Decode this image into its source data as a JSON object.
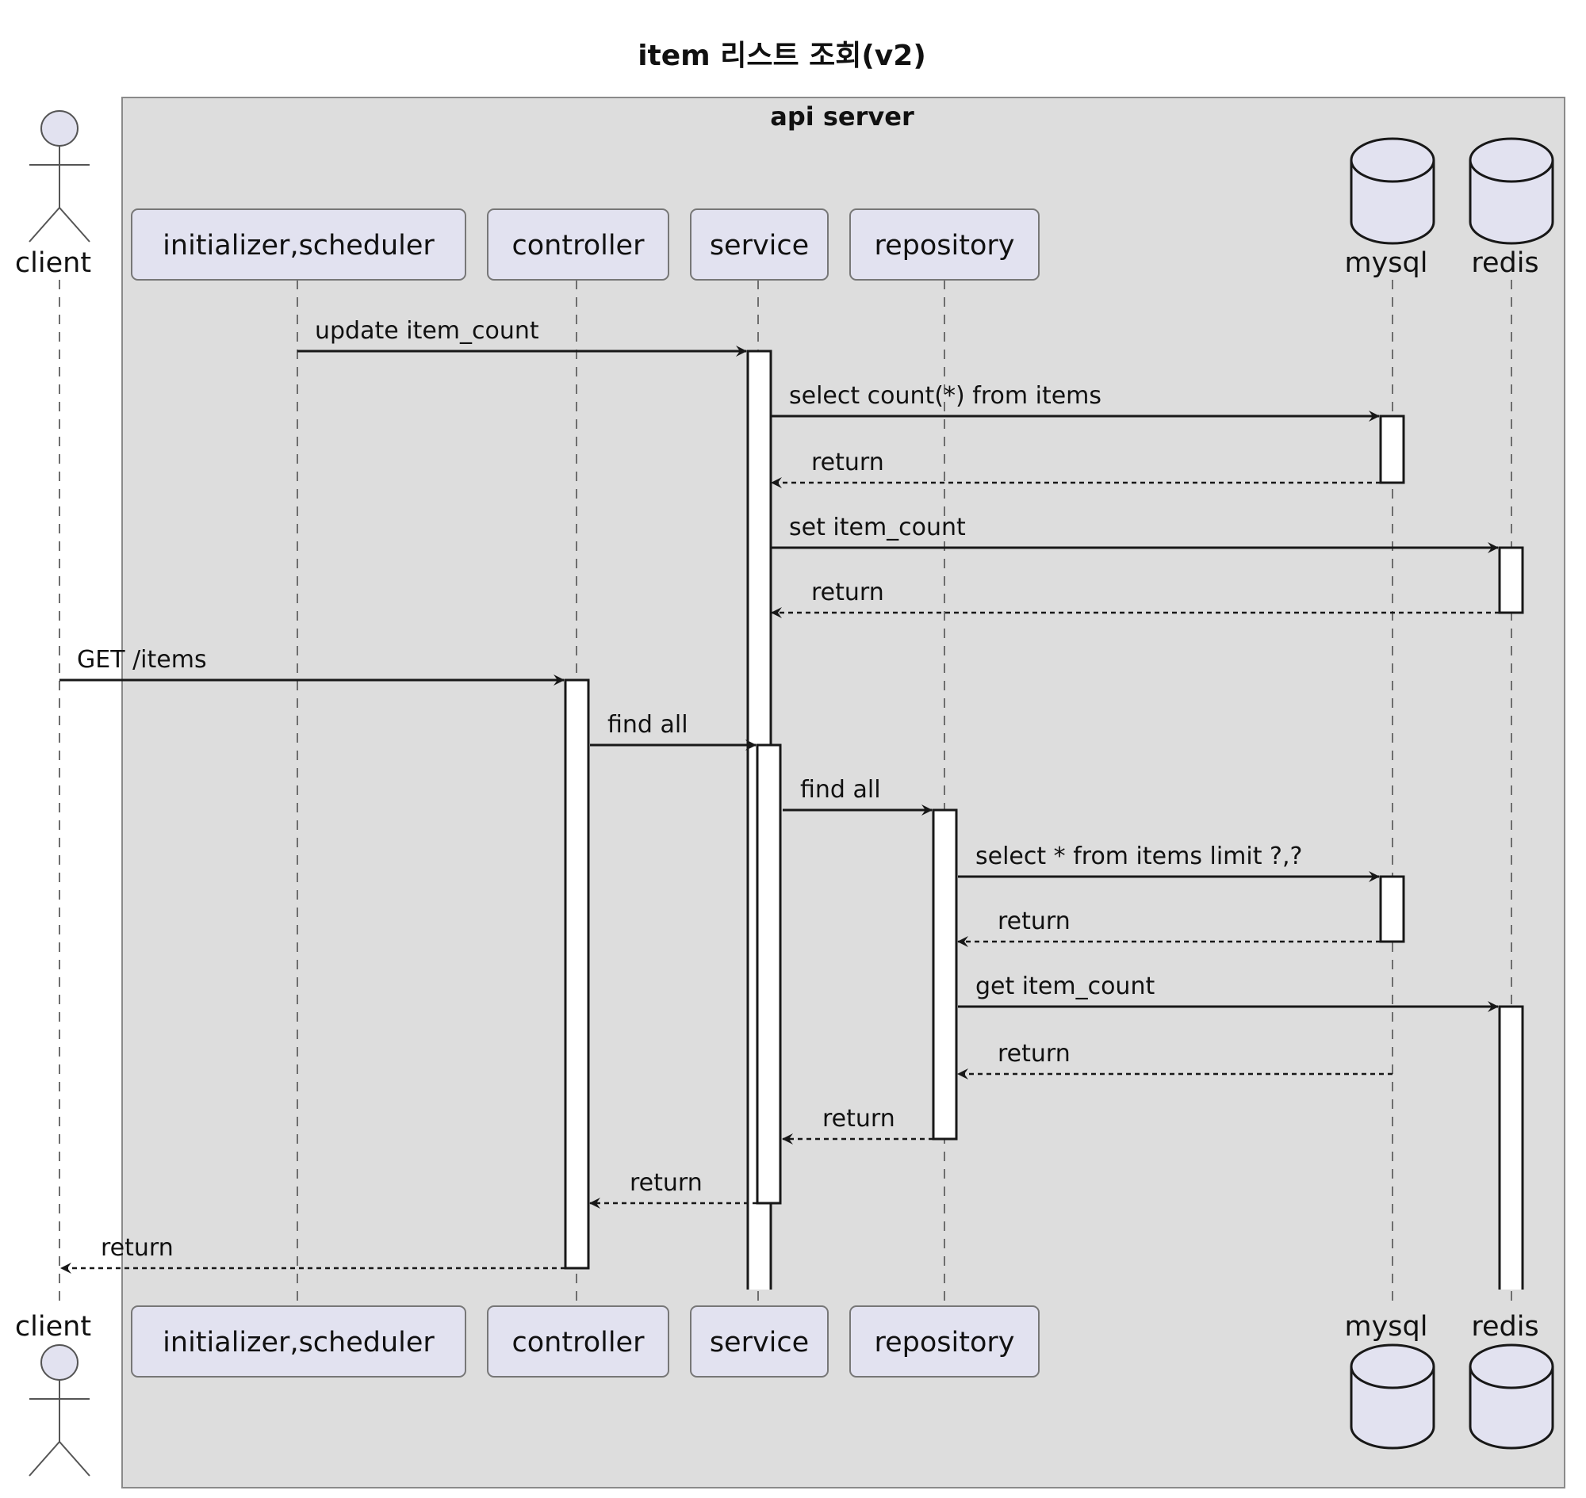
{
  "diagram": {
    "type": "sequence",
    "title": "item 리스트 조회(v2)",
    "box": {
      "title": "api server",
      "fill": "#dddddd"
    },
    "colors": {
      "participant_fill": "#e2e2f0",
      "activation_fill": "#ffffff",
      "line": "#181818"
    },
    "participants": [
      {
        "id": "client",
        "label": "client",
        "kind": "actor",
        "in_box": false
      },
      {
        "id": "init",
        "label": "initializer,scheduler",
        "kind": "participant",
        "in_box": true
      },
      {
        "id": "controller",
        "label": "controller",
        "kind": "participant",
        "in_box": true
      },
      {
        "id": "service",
        "label": "service",
        "kind": "participant",
        "in_box": true
      },
      {
        "id": "repository",
        "label": "repository",
        "kind": "participant",
        "in_box": true
      },
      {
        "id": "mysql",
        "label": "mysql",
        "kind": "database",
        "in_box": true
      },
      {
        "id": "redis",
        "label": "redis",
        "kind": "database",
        "in_box": true
      }
    ],
    "messages": [
      {
        "from": "init",
        "to": "service",
        "label": "update item_count",
        "style": "solid"
      },
      {
        "from": "service",
        "to": "mysql",
        "label": "select count(*) from items",
        "style": "solid"
      },
      {
        "from": "mysql",
        "to": "service",
        "label": "return",
        "style": "dashed"
      },
      {
        "from": "service",
        "to": "redis",
        "label": "set item_count",
        "style": "solid"
      },
      {
        "from": "redis",
        "to": "service",
        "label": "return",
        "style": "dashed"
      },
      {
        "from": "client",
        "to": "controller",
        "label": "GET /items",
        "style": "solid"
      },
      {
        "from": "controller",
        "to": "service",
        "label": "find all",
        "style": "solid"
      },
      {
        "from": "service",
        "to": "repository",
        "label": "find all",
        "style": "solid"
      },
      {
        "from": "repository",
        "to": "mysql",
        "label": "select * from items limit ?,?",
        "style": "solid"
      },
      {
        "from": "mysql",
        "to": "repository",
        "label": "return",
        "style": "dashed"
      },
      {
        "from": "repository",
        "to": "redis",
        "label": "get item_count",
        "style": "solid"
      },
      {
        "from": "mysql",
        "to": "repository",
        "label": "return",
        "style": "dashed"
      },
      {
        "from": "repository",
        "to": "service",
        "label": "return",
        "style": "dashed"
      },
      {
        "from": "service",
        "to": "controller",
        "label": "return",
        "style": "dashed"
      },
      {
        "from": "controller",
        "to": "client",
        "label": "return",
        "style": "dashed"
      }
    ]
  }
}
